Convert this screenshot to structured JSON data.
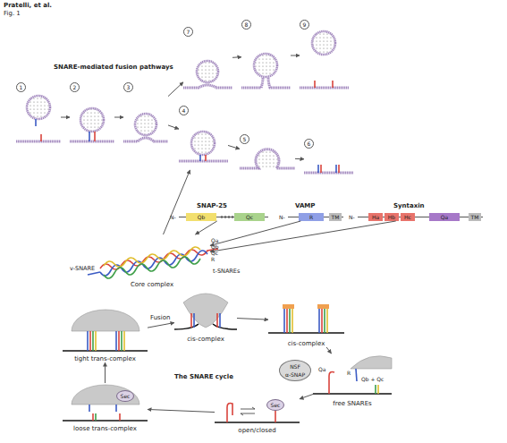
{
  "diagram": {
    "nodes": [
      {
        "text": [
          "1"
        ]
      },
      {
        "text": [
          "2"
        ]
      },
      {
        "text": [
          "3"
        ]
      },
      {
        "text": [
          "7"
        ]
      },
      {
        "text": [
          "8"
        ]
      },
      {
        "text": [
          "9"
        ]
      },
      {
        "text": [
          "4"
        ]
      },
      {
        "text": [
          "5"
        ]
      },
      {
        "text": [
          "6"
        ]
      },
      {
        "text": [
          "SNAP-25",
          "Qb",
          "Qc"
        ]
      },
      {
        "text": [
          "VAMP",
          "R",
          "TM"
        ]
      },
      {
        "text": [
          "Syntaxin",
          "Ha",
          "Hb",
          "Hc",
          "Qa",
          "TM"
        ]
      },
      {
        "text": [
          "Core complex"
        ]
      },
      {
        "text": [
          "cis-complex"
        ]
      },
      {
        "text": [
          "tight trans-complex"
        ]
      },
      {
        "text": [
          "cis-complex"
        ]
      },
      {
        "text": [
          "NSF",
          "α-SNAP"
        ]
      },
      {
        "text": [
          "free SNAREs"
        ]
      },
      {
        "text": [
          "loose trans-complex"
        ]
      },
      {
        "text": [
          "Sec"
        ],
        "in": 18
      },
      {
        "text": [
          "open/closed"
        ]
      },
      {
        "text": [
          "Sec"
        ],
        "in": 20
      }
    ],
    "edges": [
      {
        "from": 0,
        "to": 1,
        "arrow": "to"
      },
      {
        "from": 1,
        "to": 2,
        "arrow": "to"
      },
      {
        "from": 2,
        "to": 3,
        "arrow": "to"
      },
      {
        "from": 3,
        "to": 4,
        "arrow": "to"
      },
      {
        "from": 4,
        "to": 5,
        "arrow": "to"
      },
      {
        "from": 2,
        "to": 6,
        "arrow": "to"
      },
      {
        "from": 6,
        "to": 7,
        "arrow": "to"
      },
      {
        "from": 7,
        "to": 8,
        "arrow": "to"
      },
      {
        "from": 9,
        "to": 12,
        "arrow": "to"
      },
      {
        "from": 10,
        "to": 12,
        "arrow": "to"
      },
      {
        "from": 11,
        "to": 12,
        "arrow": "to"
      },
      {
        "from": 12,
        "to": 6,
        "arrow": "to"
      },
      {
        "from": 14,
        "to": 13,
        "label": "Fusion",
        "arrow": "to"
      },
      {
        "from": 13,
        "to": 15,
        "arrow": "to"
      },
      {
        "from": 15,
        "to": 17,
        "arrow": "to"
      },
      {
        "from": 17,
        "to": 20,
        "arrow": "to"
      },
      {
        "from": 20,
        "to": 18,
        "arrow": "to"
      },
      {
        "from": 18,
        "to": 14,
        "arrow": "to"
      }
    ],
    "labels": [
      "Pratelli, et al.",
      "Fig. 1",
      "SNARE-mediated fusion pathways",
      "N-",
      "N-",
      "N-",
      "v-SNARE",
      "t-SNAREs",
      "Qa",
      "Qb",
      "Qc",
      "R",
      "The SNARE cycle",
      "Qa",
      "R",
      "Qb + Qc"
    ]
  }
}
